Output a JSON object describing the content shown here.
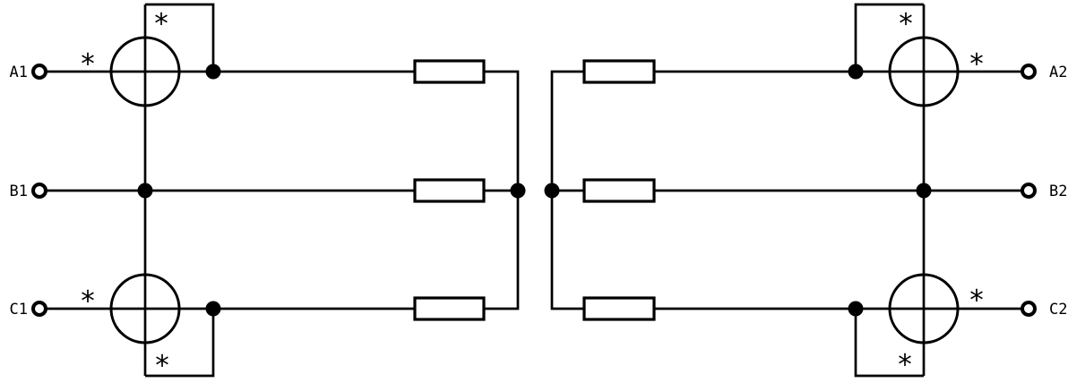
{
  "diagram": {
    "background_color": "#ffffff",
    "line_color": "#000000",
    "polarity_symbol": "*"
  },
  "terminals": {
    "A1": "A1",
    "B1": "B1",
    "C1": "C1",
    "A2": "A2",
    "B2": "B2",
    "C2": "C2"
  }
}
